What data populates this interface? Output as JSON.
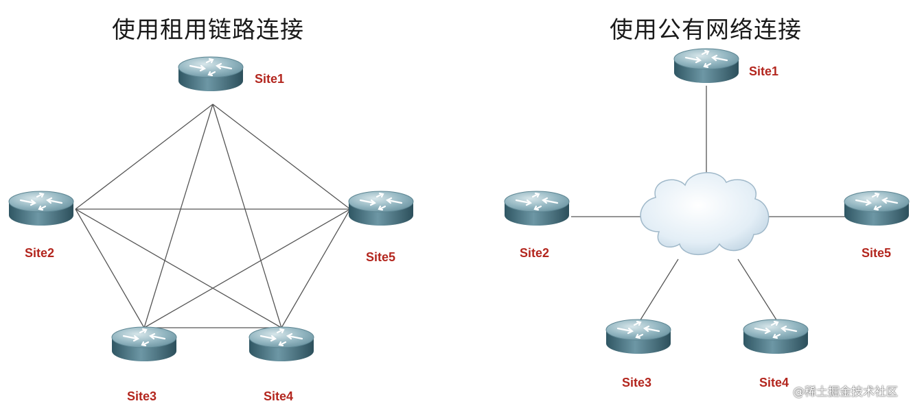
{
  "titles": {
    "leased": "使用租用链路连接",
    "public": "使用公有网络连接"
  },
  "leased_network": {
    "sites": [
      "Site1",
      "Site2",
      "Site3",
      "Site4",
      "Site5"
    ],
    "topology": "full-mesh",
    "links": [
      [
        "Site1",
        "Site2"
      ],
      [
        "Site1",
        "Site3"
      ],
      [
        "Site1",
        "Site4"
      ],
      [
        "Site1",
        "Site5"
      ],
      [
        "Site2",
        "Site3"
      ],
      [
        "Site2",
        "Site4"
      ],
      [
        "Site2",
        "Site5"
      ],
      [
        "Site3",
        "Site4"
      ],
      [
        "Site3",
        "Site5"
      ],
      [
        "Site4",
        "Site5"
      ]
    ]
  },
  "public_network": {
    "sites": [
      "Site1",
      "Site2",
      "Site3",
      "Site4",
      "Site5"
    ],
    "topology": "star-via-cloud",
    "hub": "cloud-icon"
  },
  "icons": {
    "node": "router-icon",
    "network": "cloud-icon"
  },
  "colors": {
    "label": "#b3261e",
    "router_top": "#8fb2bd",
    "router_side": "#3f6a78",
    "link": "#555555"
  },
  "watermark": "@稀土掘金技术社区"
}
